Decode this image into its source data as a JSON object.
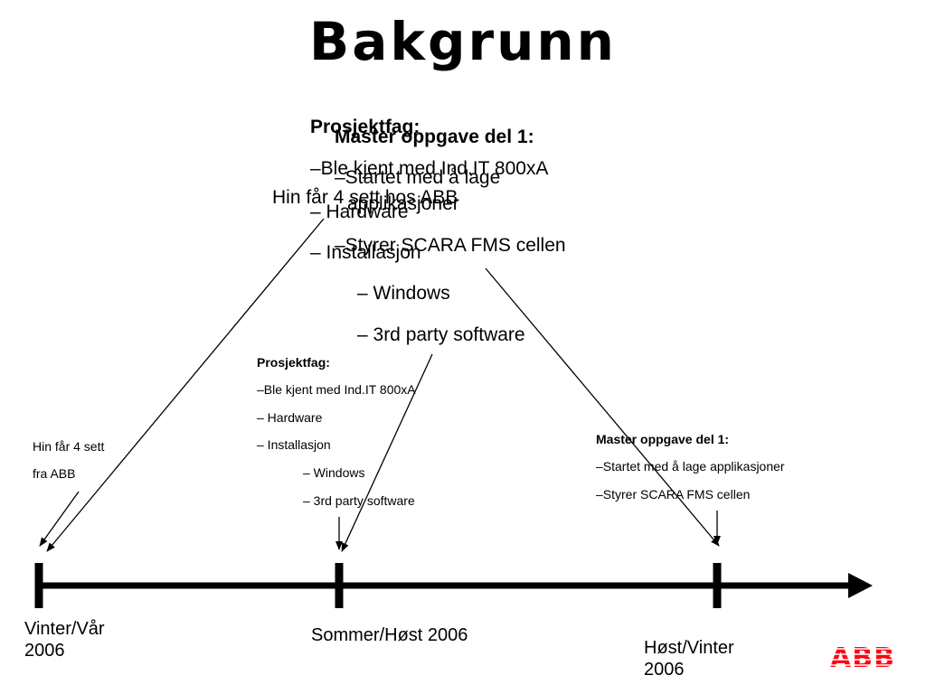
{
  "title": "Bakgrunn",
  "overlay": {
    "prosjekt_title": "Prosjektfag:",
    "prosjekt_items": [
      "–Ble kjent med Ind.IT 800xA",
      "– Hardware",
      "– Installasjon"
    ],
    "master_title": "Master oppgave del 1:",
    "master_items": [
      "–Startet med å lage",
      "applikasjoner",
      "–Styrer SCARA FMS cellen"
    ],
    "hin_text": "Hin får 4 sett hos ABB",
    "sub_items": [
      "– Windows",
      "– 3rd party software"
    ]
  },
  "hin_note": {
    "line1": "Hin får 4 sett",
    "line2": "fra ABB"
  },
  "prosjekt_note": {
    "title": "Prosjektfag:",
    "items": [
      "–Ble kjent med Ind.IT 800xA",
      "– Hardware",
      "– Installasjon"
    ],
    "sub_items": [
      "– Windows",
      "– 3rd party software"
    ]
  },
  "master_note": {
    "title": "Master oppgave del 1:",
    "items": [
      "–Startet med å lage applikasjoner",
      "–Styrer SCARA FMS cellen"
    ]
  },
  "timeline": {
    "labels": [
      "Vinter/Vår 2006",
      "Sommer/Høst 2006",
      "Høst/Vinter 2006"
    ]
  },
  "logo": {
    "text": "ABB",
    "color": "#ff000f"
  }
}
